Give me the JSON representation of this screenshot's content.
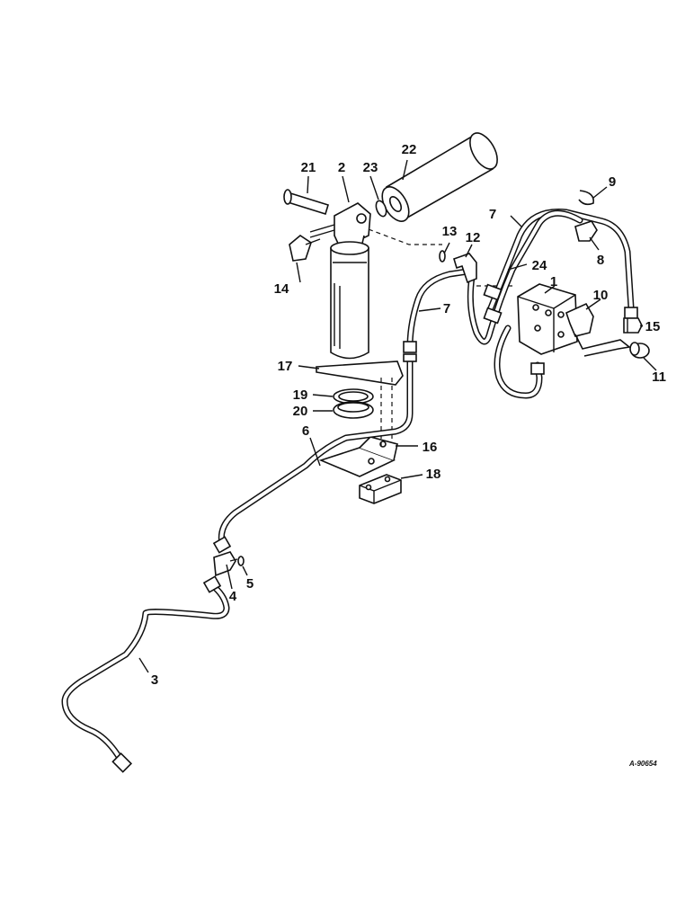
{
  "callouts": {
    "c1": "1",
    "c2": "2",
    "c3": "3",
    "c4": "4",
    "c5": "5",
    "c6": "6",
    "c7a": "7",
    "c7b": "7",
    "c8": "8",
    "c9": "9",
    "c10": "10",
    "c11": "11",
    "c12": "12",
    "c13": "13",
    "c14": "14",
    "c15": "15",
    "c16": "16",
    "c17": "17",
    "c18": "18",
    "c19": "19",
    "c20": "20",
    "c21": "21",
    "c22": "22",
    "c23": "23",
    "c24": "24"
  },
  "reference": "A-90654"
}
